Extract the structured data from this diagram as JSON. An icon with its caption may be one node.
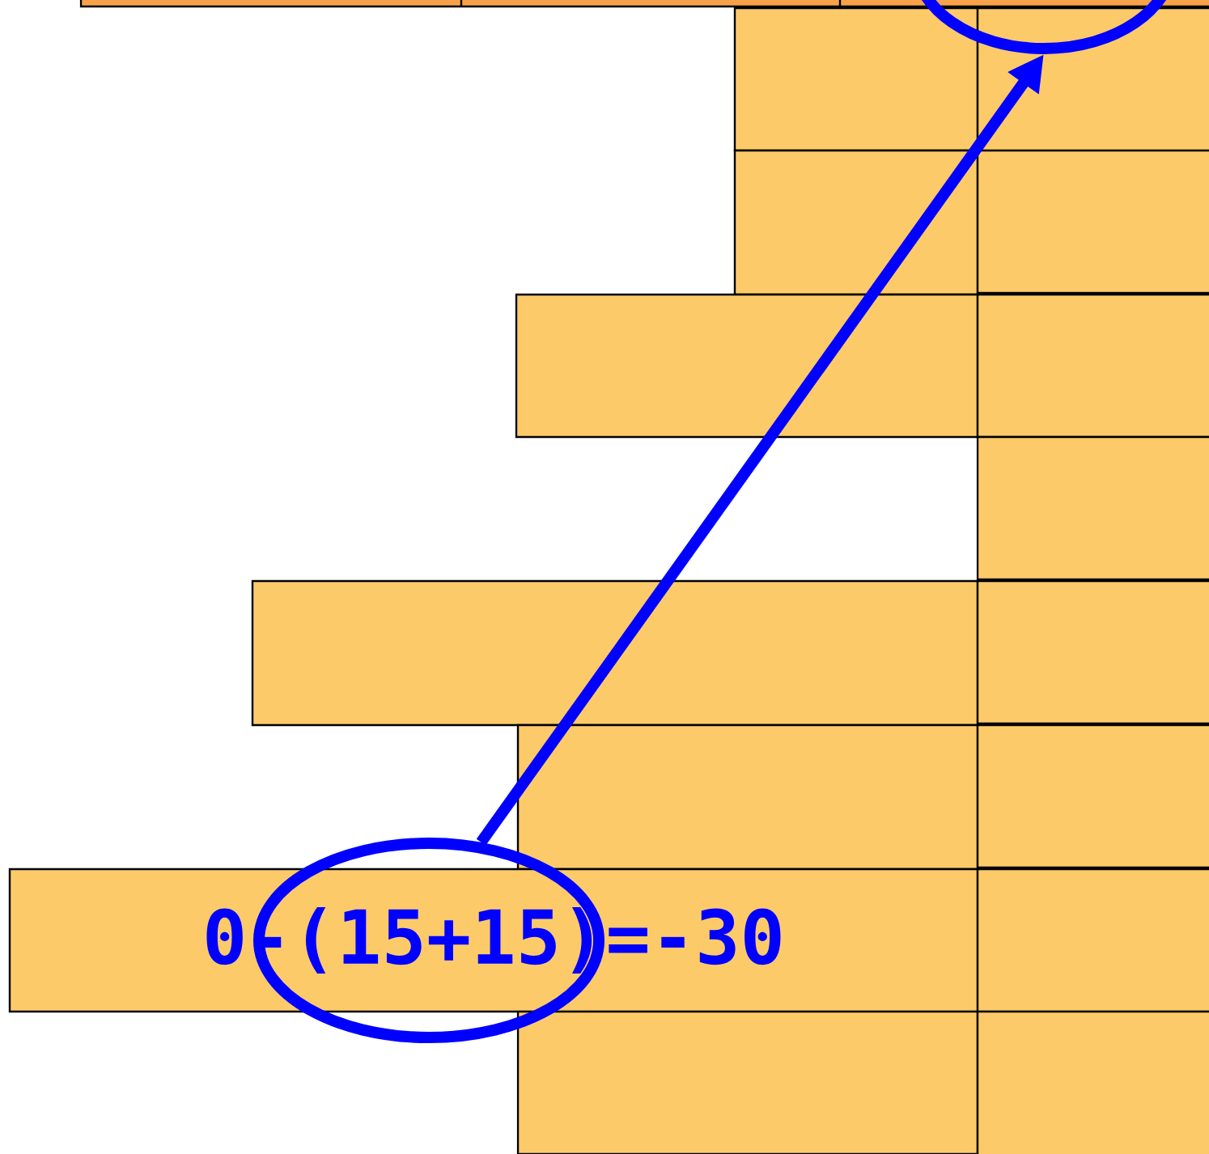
{
  "diagram": {
    "nodes": [
      {
        "text": [],
        "shape": "ellipse"
      },
      {
        "text": [],
        "shape": "ellipse"
      }
    ],
    "edges": [
      {
        "from": 0,
        "to": 1,
        "arrow": "to"
      }
    ],
    "labels": [
      "0-(15+15)=-30"
    ]
  }
}
